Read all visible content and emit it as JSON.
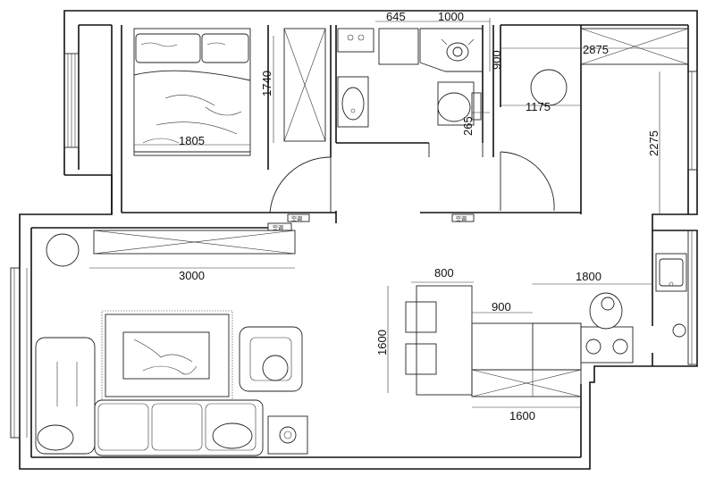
{
  "dimensions": {
    "living_wall_length": "3000",
    "bed_width": "1805",
    "bed_length": "1740",
    "bath_left": "645",
    "bath_right": "1000",
    "bath_depth": "900",
    "bath_small": "265",
    "room_width": "2875",
    "room_depth": "2275",
    "wardrobe": "1175",
    "dining_table": "800",
    "dining_depth": "1600",
    "kitchen_run": "1800",
    "kitchen_depth": "900",
    "counter_length": "1600"
  },
  "labels": {
    "bedroom_ac": "空调",
    "room_ac": "空调",
    "living_ac": "空调"
  }
}
